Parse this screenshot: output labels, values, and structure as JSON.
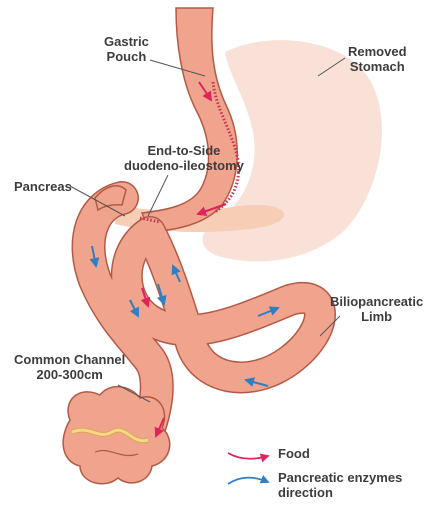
{
  "labels": {
    "gastric_pouch": [
      "Gastric",
      "Pouch"
    ],
    "removed_stomach": [
      "Removed",
      "Stomach"
    ],
    "anastomosis": [
      "End-to-Side",
      "duodeno-ileostomy"
    ],
    "pancreas": "Pancreas",
    "biliopancreatic_limb": [
      "Biliopancreatic",
      "Limb"
    ],
    "common_channel": [
      "Common Channel",
      "200-300cm"
    ]
  },
  "legend": {
    "food": "Food",
    "enzymes": [
      "Pancreatic enzymes",
      "direction"
    ]
  },
  "colors": {
    "intestine_fill": "#f0a48e",
    "intestine_stroke": "#b35a45",
    "stomach_fill": "#f9e1d7",
    "pancreas_fill": "#f6cdb5",
    "food_arrow": "#e0245a",
    "enzyme_arrow": "#2f7fc1",
    "suture": "#d03050",
    "fat": "#f6d58d"
  }
}
